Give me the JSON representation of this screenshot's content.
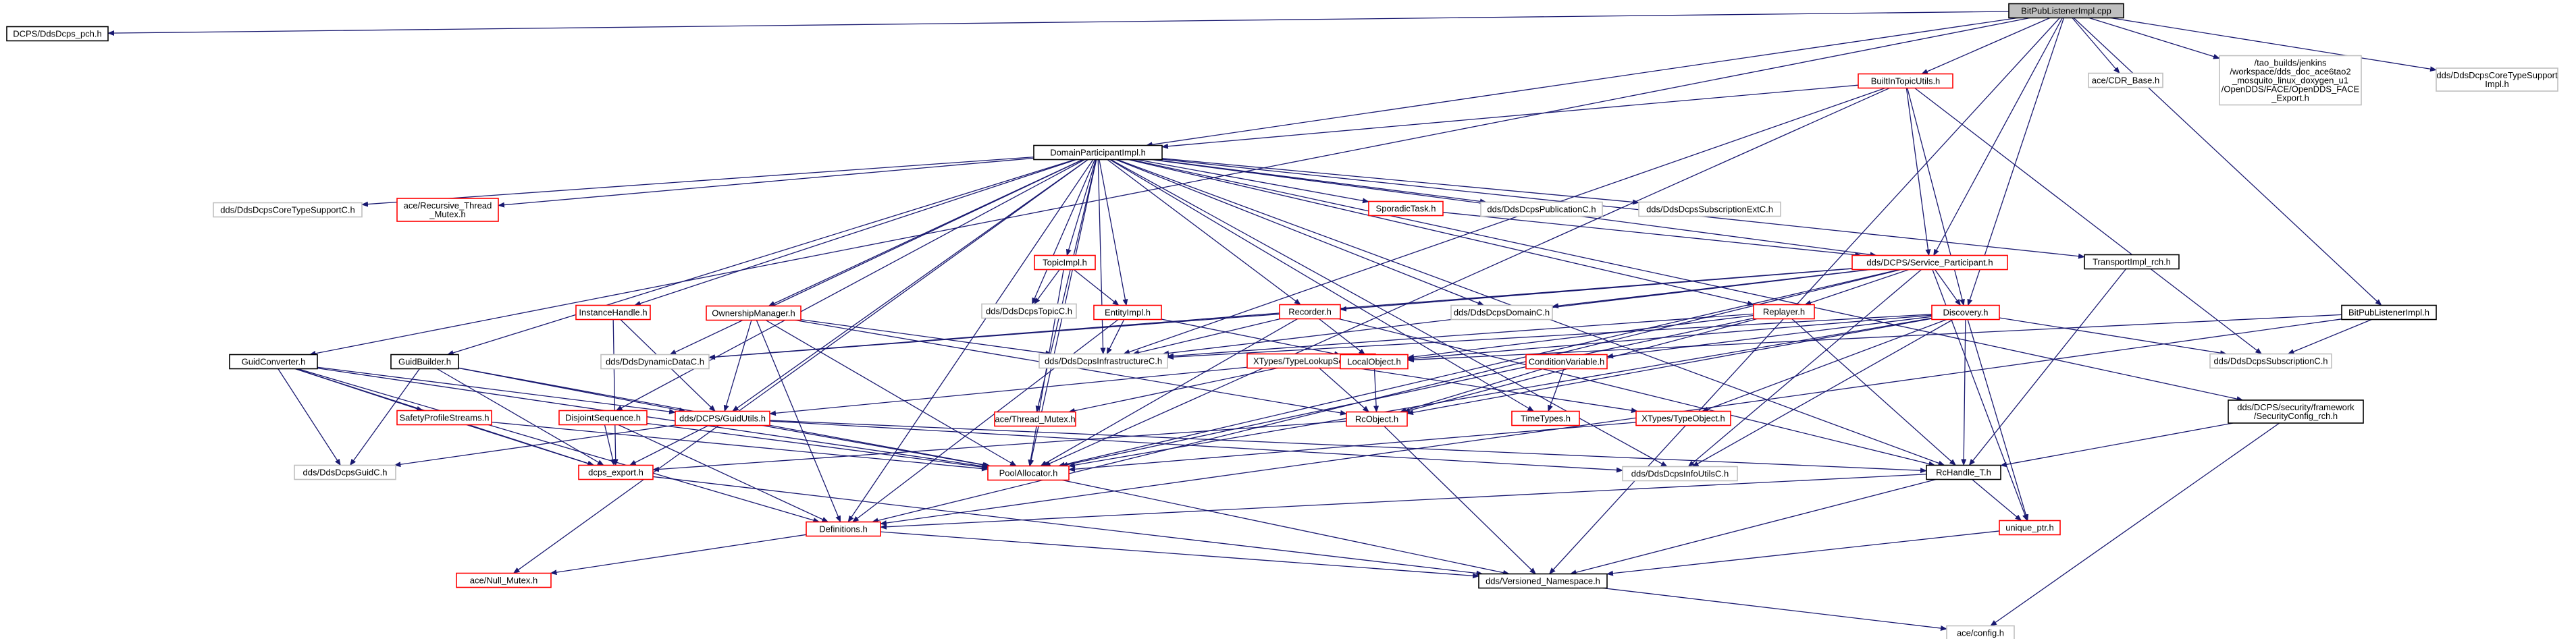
{
  "colors": {
    "edge": "#191970",
    "root_fill": "#bfbfbf",
    "black": "#000000",
    "red": "#ff0000",
    "grey": "#bfbfbf"
  },
  "nodes": [
    {
      "id": "root",
      "lines": [
        "BitPubListenerImpl.cpp"
      ],
      "style": "root"
    },
    {
      "id": "pch",
      "lines": [
        "DCPS/DdsDcps_pch.h"
      ],
      "style": "black"
    },
    {
      "id": "guidconv",
      "lines": [
        "GuidConverter.h"
      ],
      "style": "black"
    },
    {
      "id": "dpi",
      "lines": [
        "DomainParticipantImpl.h"
      ],
      "style": "black"
    },
    {
      "id": "bitu",
      "lines": [
        "BuiltInTopicUtils.h"
      ],
      "style": "red"
    },
    {
      "id": "cdr",
      "lines": [
        "ace/CDR_Base.h"
      ],
      "style": "grey"
    },
    {
      "id": "facepath",
      "lines": [
        "/tao_builds/jenkins",
        "/workspace/dds_doc_ace6tao2",
        "_mosquito_linux_doxygen_u1",
        "/OpenDDS/FACE/OpenDDS_FACE",
        "_Export.h"
      ],
      "style": "grey"
    },
    {
      "id": "ctsi",
      "lines": [
        "dds/DdsDcpsCoreTypeSupport",
        "Impl.h"
      ],
      "style": "grey"
    },
    {
      "id": "coretsc",
      "lines": [
        "dds/DdsDcpsCoreTypeSupportC.h"
      ],
      "style": "grey"
    },
    {
      "id": "recmutex",
      "lines": [
        "ace/Recursive_Thread",
        "_Mutex.h"
      ],
      "style": "red"
    },
    {
      "id": "sporadic",
      "lines": [
        "SporadicTask.h"
      ],
      "style": "red"
    },
    {
      "id": "pubc",
      "lines": [
        "dds/DdsDcpsPublicationC.h"
      ],
      "style": "grey"
    },
    {
      "id": "subextc",
      "lines": [
        "dds/DdsDcpsSubscriptionExtC.h"
      ],
      "style": "grey"
    },
    {
      "id": "topicimpl",
      "lines": [
        "TopicImpl.h"
      ],
      "style": "red"
    },
    {
      "id": "svcpart",
      "lines": [
        "dds/DCPS/Service_Participant.h"
      ],
      "style": "red"
    },
    {
      "id": "tirch",
      "lines": [
        "TransportImpl_rch.h"
      ],
      "style": "black"
    },
    {
      "id": "instance",
      "lines": [
        "InstanceHandle.h"
      ],
      "style": "red"
    },
    {
      "id": "ownership",
      "lines": [
        "OwnershipManager.h"
      ],
      "style": "red"
    },
    {
      "id": "topicc",
      "lines": [
        "dds/DdsDcpsTopicC.h"
      ],
      "style": "grey"
    },
    {
      "id": "entity",
      "lines": [
        "EntityImpl.h"
      ],
      "style": "red"
    },
    {
      "id": "recorder",
      "lines": [
        "Recorder.h"
      ],
      "style": "red"
    },
    {
      "id": "domainc",
      "lines": [
        "dds/DdsDcpsDomainC.h"
      ],
      "style": "grey"
    },
    {
      "id": "replayer",
      "lines": [
        "Replayer.h"
      ],
      "style": "red"
    },
    {
      "id": "discovery",
      "lines": [
        "Discovery.h"
      ],
      "style": "red"
    },
    {
      "id": "bpli",
      "lines": [
        "BitPubListenerImpl.h"
      ],
      "style": "black"
    },
    {
      "id": "guidbuilder",
      "lines": [
        "GuidBuilder.h"
      ],
      "style": "black"
    },
    {
      "id": "dyndata",
      "lines": [
        "dds/DdsDynamicDataC.h"
      ],
      "style": "grey"
    },
    {
      "id": "infra",
      "lines": [
        "dds/DdsDcpsInfrastructureC.h"
      ],
      "style": "grey"
    },
    {
      "id": "tls",
      "lines": [
        "XTypes/TypeLookupService.h"
      ],
      "style": "red"
    },
    {
      "id": "localobj",
      "lines": [
        "LocalObject.h"
      ],
      "style": "red"
    },
    {
      "id": "condvar",
      "lines": [
        "ConditionVariable.h"
      ],
      "style": "red"
    },
    {
      "id": "subc",
      "lines": [
        "dds/DdsDcpsSubscriptionC.h"
      ],
      "style": "grey"
    },
    {
      "id": "secrch",
      "lines": [
        "dds/DCPS/security/framework",
        "/SecurityConfig_rch.h"
      ],
      "style": "black"
    },
    {
      "id": "safety",
      "lines": [
        "SafetyProfileStreams.h"
      ],
      "style": "red"
    },
    {
      "id": "disjoint",
      "lines": [
        "DisjointSequence.h"
      ],
      "style": "red"
    },
    {
      "id": "guidutils",
      "lines": [
        "dds/DCPS/GuidUtils.h"
      ],
      "style": "red"
    },
    {
      "id": "threadmutex",
      "lines": [
        "ace/Thread_Mutex.h"
      ],
      "style": "red"
    },
    {
      "id": "rcobject",
      "lines": [
        "RcObject.h"
      ],
      "style": "red"
    },
    {
      "id": "timetypes",
      "lines": [
        "TimeTypes.h"
      ],
      "style": "red"
    },
    {
      "id": "typeobj",
      "lines": [
        "XTypes/TypeObject.h"
      ],
      "style": "red"
    },
    {
      "id": "guidc",
      "lines": [
        "dds/DdsDcpsGuidC.h"
      ],
      "style": "grey"
    },
    {
      "id": "ddsexport",
      "lines": [
        "dcps_export.h"
      ],
      "style": "red"
    },
    {
      "id": "pool",
      "lines": [
        "PoolAllocator.h"
      ],
      "style": "red"
    },
    {
      "id": "infoutils",
      "lines": [
        "dds/DdsDcpsInfoUtilsC.h"
      ],
      "style": "grey"
    },
    {
      "id": "rchandle",
      "lines": [
        "RcHandle_T.h"
      ],
      "style": "black"
    },
    {
      "id": "definitions",
      "lines": [
        "Definitions.h"
      ],
      "style": "red"
    },
    {
      "id": "uniqueptr",
      "lines": [
        "unique_ptr.h"
      ],
      "style": "red"
    },
    {
      "id": "nullmutex",
      "lines": [
        "ace/Null_Mutex.h"
      ],
      "style": "red"
    },
    {
      "id": "versioned",
      "lines": [
        "dds/Versioned_Namespace.h"
      ],
      "style": "black"
    },
    {
      "id": "aceconfig",
      "lines": [
        "ace/config.h"
      ],
      "style": "grey"
    }
  ],
  "edges": [
    [
      "root",
      "pch"
    ],
    [
      "root",
      "guidconv"
    ],
    [
      "root",
      "dpi"
    ],
    [
      "root",
      "bitu"
    ],
    [
      "root",
      "cdr"
    ],
    [
      "root",
      "facepath"
    ],
    [
      "root",
      "ctsi"
    ],
    [
      "root",
      "svcpart"
    ],
    [
      "root",
      "discovery"
    ],
    [
      "root",
      "bpli"
    ],
    [
      "root",
      "versioned"
    ],
    [
      "bitu",
      "dpi"
    ],
    [
      "bitu",
      "svcpart"
    ],
    [
      "bitu",
      "subc"
    ],
    [
      "bitu",
      "infra"
    ],
    [
      "bitu",
      "discovery"
    ],
    [
      "bitu",
      "pool"
    ],
    [
      "dpi",
      "coretsc"
    ],
    [
      "dpi",
      "recmutex"
    ],
    [
      "dpi",
      "sporadic"
    ],
    [
      "dpi",
      "pubc"
    ],
    [
      "dpi",
      "subextc"
    ],
    [
      "dpi",
      "topicimpl"
    ],
    [
      "dpi",
      "svcpart"
    ],
    [
      "dpi",
      "tirch"
    ],
    [
      "dpi",
      "instance"
    ],
    [
      "dpi",
      "ownership"
    ],
    [
      "dpi",
      "topicc"
    ],
    [
      "dpi",
      "entity"
    ],
    [
      "dpi",
      "recorder"
    ],
    [
      "dpi",
      "domainc"
    ],
    [
      "dpi",
      "replayer"
    ],
    [
      "dpi",
      "guidbuilder"
    ],
    [
      "dpi",
      "dyndata"
    ],
    [
      "dpi",
      "infra"
    ],
    [
      "dpi",
      "guidutils"
    ],
    [
      "dpi",
      "disjoint"
    ],
    [
      "dpi",
      "nullmutex"
    ],
    [
      "dpi",
      "definitions"
    ],
    [
      "dpi",
      "pool"
    ],
    [
      "dpi",
      "timetypes"
    ],
    [
      "dpi",
      "infoutils"
    ],
    [
      "dpi",
      "secrch"
    ],
    [
      "dpi",
      "rchandle"
    ],
    [
      "dpi",
      "threadmutex"
    ],
    [
      "sporadic",
      "svcpart"
    ],
    [
      "topicimpl",
      "topicc"
    ],
    [
      "topicimpl",
      "entity"
    ],
    [
      "topicimpl",
      "pool"
    ],
    [
      "entity",
      "infra"
    ],
    [
      "entity",
      "localobj"
    ],
    [
      "entity",
      "definitions"
    ],
    [
      "svcpart",
      "recorder"
    ],
    [
      "svcpart",
      "domainc"
    ],
    [
      "svcpart",
      "replayer"
    ],
    [
      "svcpart",
      "discovery"
    ],
    [
      "svcpart",
      "infra"
    ],
    [
      "svcpart",
      "dyndata"
    ],
    [
      "svcpart",
      "pool"
    ],
    [
      "svcpart",
      "infoutils"
    ],
    [
      "svcpart",
      "uniqueptr"
    ],
    [
      "svcpart",
      "definitions"
    ],
    [
      "tirch",
      "rchandle"
    ],
    [
      "recorder",
      "infra"
    ],
    [
      "recorder",
      "localobj"
    ],
    [
      "recorder",
      "pool"
    ],
    [
      "recorder",
      "dyndata"
    ],
    [
      "recorder",
      "rchandle"
    ],
    [
      "replayer",
      "infra"
    ],
    [
      "replayer",
      "localobj"
    ],
    [
      "replayer",
      "pool"
    ],
    [
      "replayer",
      "rcobject"
    ],
    [
      "replayer",
      "rchandle"
    ],
    [
      "discovery",
      "subc"
    ],
    [
      "discovery",
      "infra"
    ],
    [
      "discovery",
      "condvar"
    ],
    [
      "discovery",
      "typeobj"
    ],
    [
      "discovery",
      "rcobject"
    ],
    [
      "discovery",
      "localobj"
    ],
    [
      "discovery",
      "infoutils"
    ],
    [
      "discovery",
      "rchandle"
    ],
    [
      "discovery",
      "uniqueptr"
    ],
    [
      "discovery",
      "pool"
    ],
    [
      "bpli",
      "subc"
    ],
    [
      "bpli",
      "localobj"
    ],
    [
      "bpli",
      "definitions"
    ],
    [
      "ownership",
      "infra"
    ],
    [
      "ownership",
      "guidutils"
    ],
    [
      "ownership",
      "pool"
    ],
    [
      "ownership",
      "definitions"
    ],
    [
      "ownership",
      "rcobject"
    ],
    [
      "instance",
      "ddsexport"
    ],
    [
      "instance",
      "guidutils"
    ],
    [
      "guidconv",
      "guidutils"
    ],
    [
      "guidconv",
      "safety"
    ],
    [
      "guidconv",
      "guidc"
    ],
    [
      "guidconv",
      "ddsexport"
    ],
    [
      "guidconv",
      "definitions"
    ],
    [
      "guidconv",
      "pool"
    ],
    [
      "guidbuilder",
      "guidutils"
    ],
    [
      "guidbuilder",
      "guidc"
    ],
    [
      "guidbuilder",
      "ddsexport"
    ],
    [
      "guidbuilder",
      "pool"
    ],
    [
      "tls",
      "guidutils"
    ],
    [
      "tls",
      "threadmutex"
    ],
    [
      "tls",
      "rcobject"
    ],
    [
      "tls",
      "typeobj"
    ],
    [
      "localobj",
      "rcobject"
    ],
    [
      "condvar",
      "timetypes"
    ],
    [
      "condvar",
      "rcobject"
    ],
    [
      "secrch",
      "rchandle"
    ],
    [
      "secrch",
      "aceconfig"
    ],
    [
      "safety",
      "ddsexport"
    ],
    [
      "safety",
      "pool"
    ],
    [
      "disjoint",
      "ddsexport"
    ],
    [
      "disjoint",
      "pool"
    ],
    [
      "disjoint",
      "definitions"
    ],
    [
      "guidutils",
      "guidc"
    ],
    [
      "guidutils",
      "pool"
    ],
    [
      "guidutils",
      "infoutils"
    ],
    [
      "guidutils",
      "ddsexport"
    ],
    [
      "guidutils",
      "rchandle"
    ],
    [
      "rcobject",
      "ddsexport"
    ],
    [
      "rcobject",
      "versioned"
    ],
    [
      "typeobj",
      "pool"
    ],
    [
      "ddsexport",
      "versioned"
    ],
    [
      "pool",
      "versioned"
    ],
    [
      "rchandle",
      "definitions"
    ],
    [
      "rchandle",
      "uniqueptr"
    ],
    [
      "rchandle",
      "versioned"
    ],
    [
      "definitions",
      "nullmutex"
    ],
    [
      "definitions",
      "versioned"
    ],
    [
      "uniqueptr",
      "versioned"
    ],
    [
      "versioned",
      "aceconfig"
    ]
  ]
}
